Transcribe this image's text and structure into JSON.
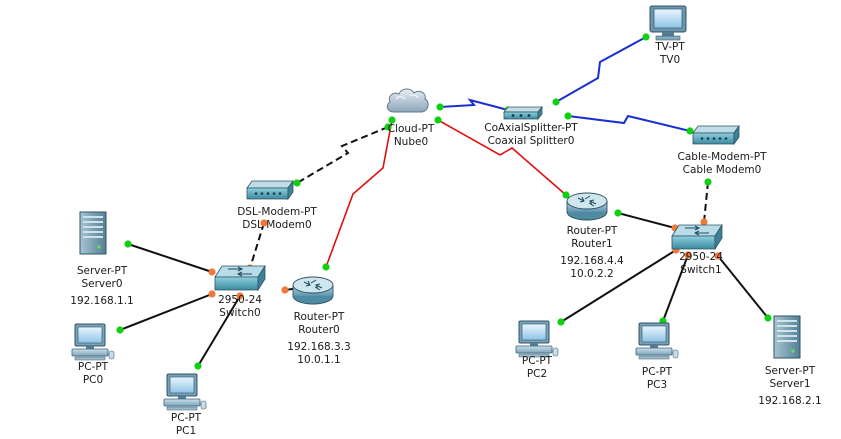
{
  "colors": {
    "ethernet": "#111111",
    "serial": "#e01010",
    "coaxial": "#1a2fd0",
    "phone": "#111111",
    "port_up": "#10d010",
    "port_pending": "#f07838",
    "background": "#ffffff"
  },
  "devices": [
    {
      "id": "cloud",
      "icon": "cloud-icon",
      "type": "Cloud-PT",
      "name": "Nube0"
    },
    {
      "id": "splitter",
      "icon": "splitter-icon",
      "type": "CoAxialSplitter-PT",
      "name": "Coaxial Splitter0"
    },
    {
      "id": "tv",
      "icon": "tv-icon",
      "type": "TV-PT",
      "name": "TV0"
    },
    {
      "id": "cablemodem",
      "icon": "modem-icon",
      "type": "Cable-Modem-PT",
      "name": "Cable Modem0"
    },
    {
      "id": "dslmodem",
      "icon": "modem-icon",
      "type": "DSL-Modem-PT",
      "name": "DSL Modem0"
    },
    {
      "id": "router0",
      "icon": "router-icon",
      "type": "Router-PT",
      "name": "Router0",
      "ips": [
        "192.168.3.3",
        "10.0.1.1"
      ]
    },
    {
      "id": "router1",
      "icon": "router-icon",
      "type": "Router-PT",
      "name": "Router1",
      "ips": [
        "192.168.4.4",
        "10.0.2.2"
      ]
    },
    {
      "id": "switch0",
      "icon": "switch-icon",
      "type": "2950-24",
      "name": "Switch0"
    },
    {
      "id": "switch1",
      "icon": "switch-icon",
      "type": "2950-24",
      "name": "Switch1"
    },
    {
      "id": "server0",
      "icon": "server-icon",
      "type": "Server-PT",
      "name": "Server0",
      "ips": [
        "192.168.1.1"
      ]
    },
    {
      "id": "server1",
      "icon": "server-icon",
      "type": "Server-PT",
      "name": "Server1",
      "ips": [
        "192.168.2.1"
      ]
    },
    {
      "id": "pc0",
      "icon": "pc-icon",
      "type": "PC-PT",
      "name": "PC0"
    },
    {
      "id": "pc1",
      "icon": "pc-icon",
      "type": "PC-PT",
      "name": "PC1"
    },
    {
      "id": "pc2",
      "icon": "pc-icon",
      "type": "PC-PT",
      "name": "PC2"
    },
    {
      "id": "pc3",
      "icon": "pc-icon",
      "type": "PC-PT",
      "name": "PC3"
    }
  ],
  "links": [
    {
      "from": "cloud",
      "to": "splitter",
      "cable": "coaxial"
    },
    {
      "from": "splitter",
      "to": "tv",
      "cable": "coaxial"
    },
    {
      "from": "splitter",
      "to": "cablemodem",
      "cable": "coaxial"
    },
    {
      "from": "cloud",
      "to": "dslmodem",
      "cable": "phone"
    },
    {
      "from": "cloud",
      "to": "router0",
      "cable": "serial"
    },
    {
      "from": "cloud",
      "to": "router1",
      "cable": "serial"
    },
    {
      "from": "dslmodem",
      "to": "switch0",
      "cable": "ethernet"
    },
    {
      "from": "cablemodem",
      "to": "switch1",
      "cable": "ethernet"
    },
    {
      "from": "server0",
      "to": "switch0",
      "cable": "ethernet"
    },
    {
      "from": "pc0",
      "to": "switch0",
      "cable": "ethernet"
    },
    {
      "from": "pc1",
      "to": "switch0",
      "cable": "ethernet"
    },
    {
      "from": "router0",
      "to": "switch0",
      "cable": "ethernet"
    },
    {
      "from": "router1",
      "to": "switch1",
      "cable": "ethernet"
    },
    {
      "from": "pc2",
      "to": "switch1",
      "cable": "ethernet"
    },
    {
      "from": "pc3",
      "to": "switch1",
      "cable": "ethernet"
    },
    {
      "from": "server1",
      "to": "switch1",
      "cable": "ethernet"
    }
  ]
}
